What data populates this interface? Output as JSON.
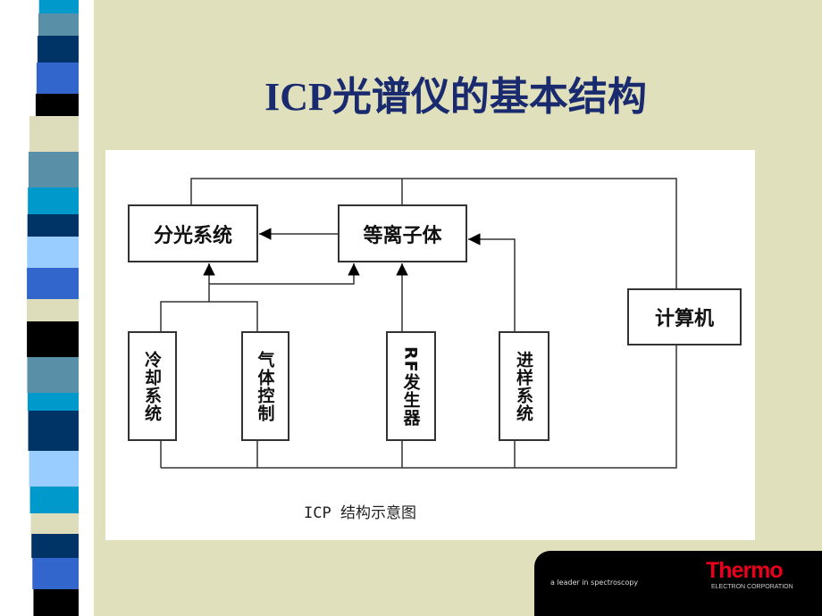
{
  "slide": {
    "title": "ICP光谱仪的基本结构",
    "diagram": {
      "boxes": {
        "spectro": "分光系统",
        "plasma": "等离子体",
        "computer": "计算机",
        "cooling": "冷却系统",
        "gas": "气体控制",
        "rf": "RF发生器",
        "sample": "进样系统"
      },
      "caption": "ICP 结构示意图"
    },
    "footer": {
      "tagline": "a leader in spectroscopy",
      "brand": "Thermo",
      "brand_sub": "ELECTRON CORPORATION"
    },
    "colors": {
      "background": "#e0e0bc",
      "title": "#1a2a6e",
      "brand": "#e8001c"
    }
  }
}
